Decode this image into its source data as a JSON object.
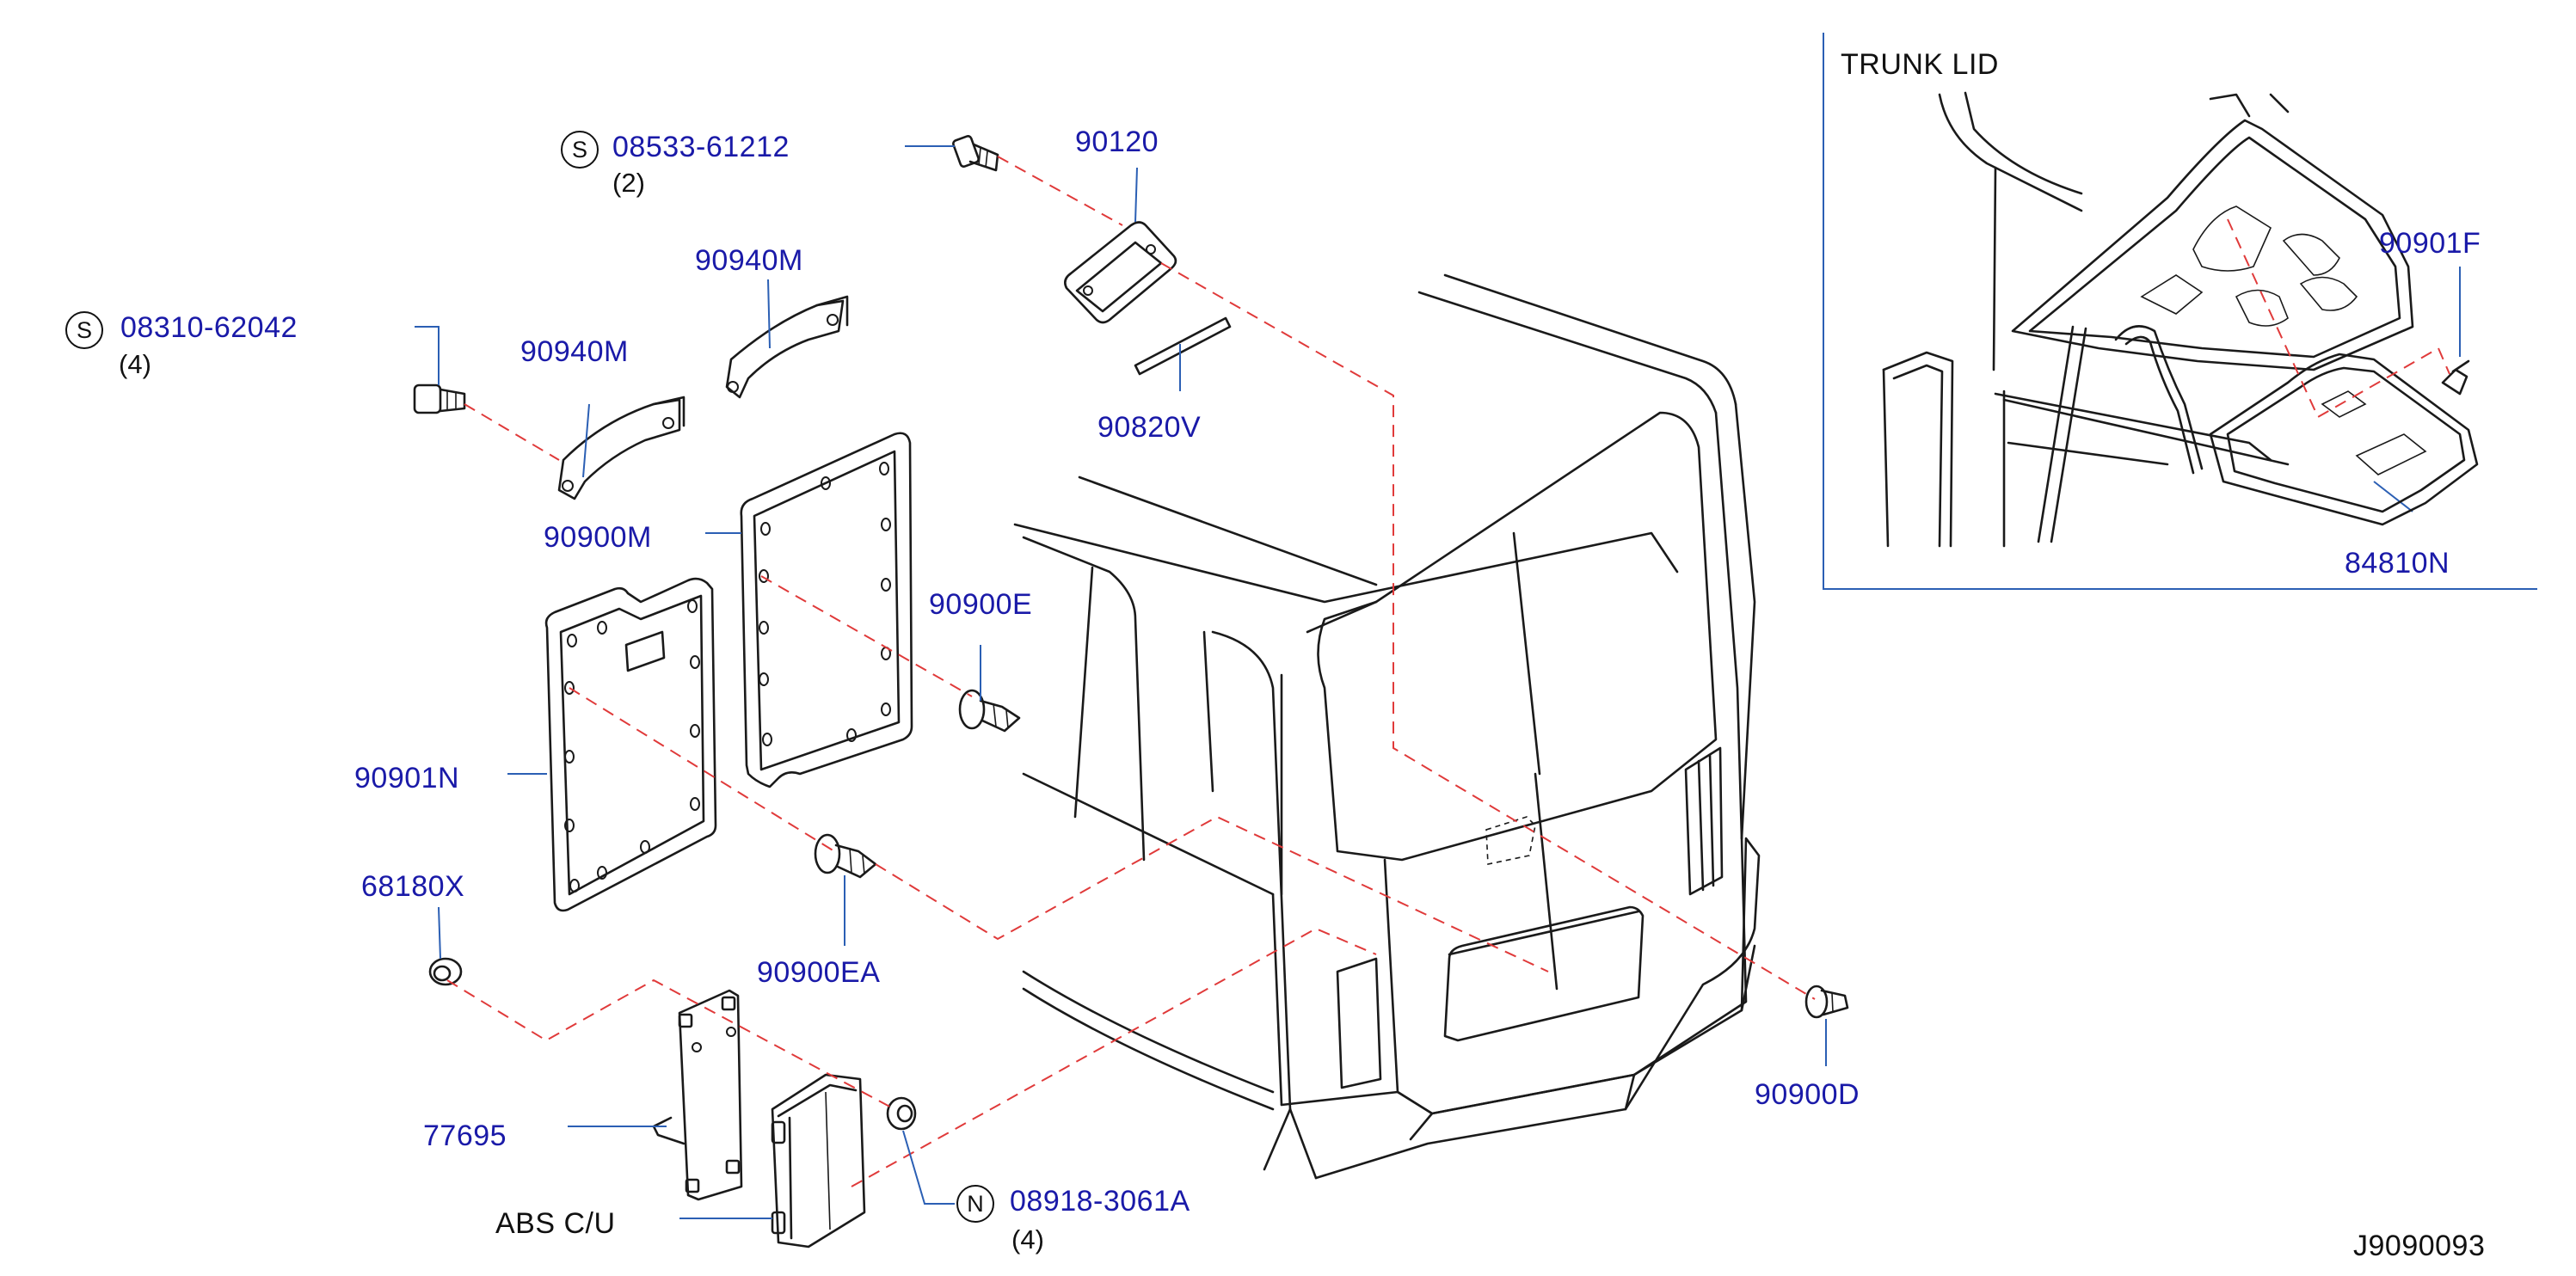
{
  "parts": {
    "p_08533": "08533-61212",
    "p_08533_qty": "(2)",
    "p_08533_sym": "S",
    "p_08310": "08310-62042",
    "p_08310_qty": "(4)",
    "p_08310_sym": "S",
    "p_90120": "90120",
    "p_90940M_top": "90940M",
    "p_90940M": "90940M",
    "p_90820V": "90820V",
    "p_90900M": "90900M",
    "p_90900E": "90900E",
    "p_90901N": "90901N",
    "p_68180X": "68180X",
    "p_90900EA": "90900EA",
    "p_77695": "77695",
    "p_abs": "ABS  C/U",
    "p_08918": "08918-3061A",
    "p_08918_qty": "(4)",
    "p_08918_sym": "N",
    "p_90900D": "90900D",
    "p_90901F": "90901F",
    "p_84810N": "84810N"
  },
  "inset": {
    "title": "TRUNK  LID"
  },
  "diagram_id": "J9090093",
  "colors": {
    "part_number": "#1a1aa8",
    "leader": "#2b5fb4",
    "dashed": "#e03a3a",
    "line": "#1a1a1a"
  }
}
